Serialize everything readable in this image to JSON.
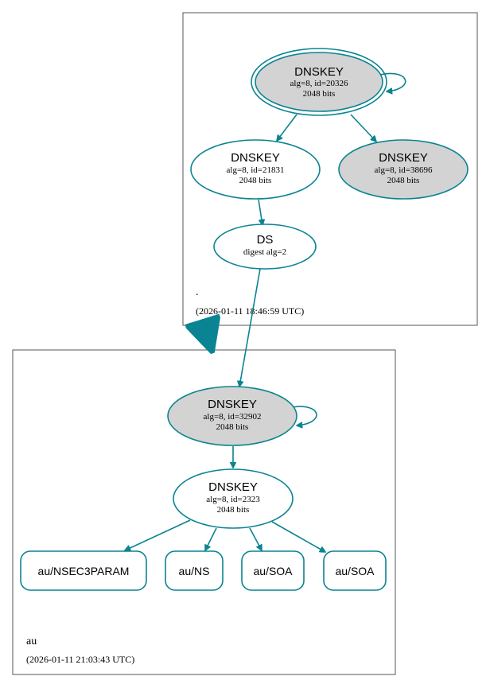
{
  "zones": {
    "root": {
      "label": ".",
      "timestamp": "(2026-01-11 18:46:59 UTC)"
    },
    "au": {
      "label": "au",
      "timestamp": "(2026-01-11 21:03:43 UTC)"
    }
  },
  "nodes": {
    "root_ksk": {
      "title": "DNSKEY",
      "line1": "alg=8, id=20326",
      "line2": "2048 bits"
    },
    "root_zsk": {
      "title": "DNSKEY",
      "line1": "alg=8, id=21831",
      "line2": "2048 bits"
    },
    "root_key3": {
      "title": "DNSKEY",
      "line1": "alg=8, id=38696",
      "line2": "2048 bits"
    },
    "ds": {
      "title": "DS",
      "line1": "digest alg=2"
    },
    "au_ksk": {
      "title": "DNSKEY",
      "line1": "alg=8, id=32902",
      "line2": "2048 bits"
    },
    "au_zsk": {
      "title": "DNSKEY",
      "line1": "alg=8, id=2323",
      "line2": "2048 bits"
    }
  },
  "records": [
    "au/NSEC3PARAM",
    "au/NS",
    "au/SOA",
    "au/SOA"
  ],
  "colors": {
    "edge": "#0a8492",
    "sep_fill": "#d3d3d3"
  }
}
